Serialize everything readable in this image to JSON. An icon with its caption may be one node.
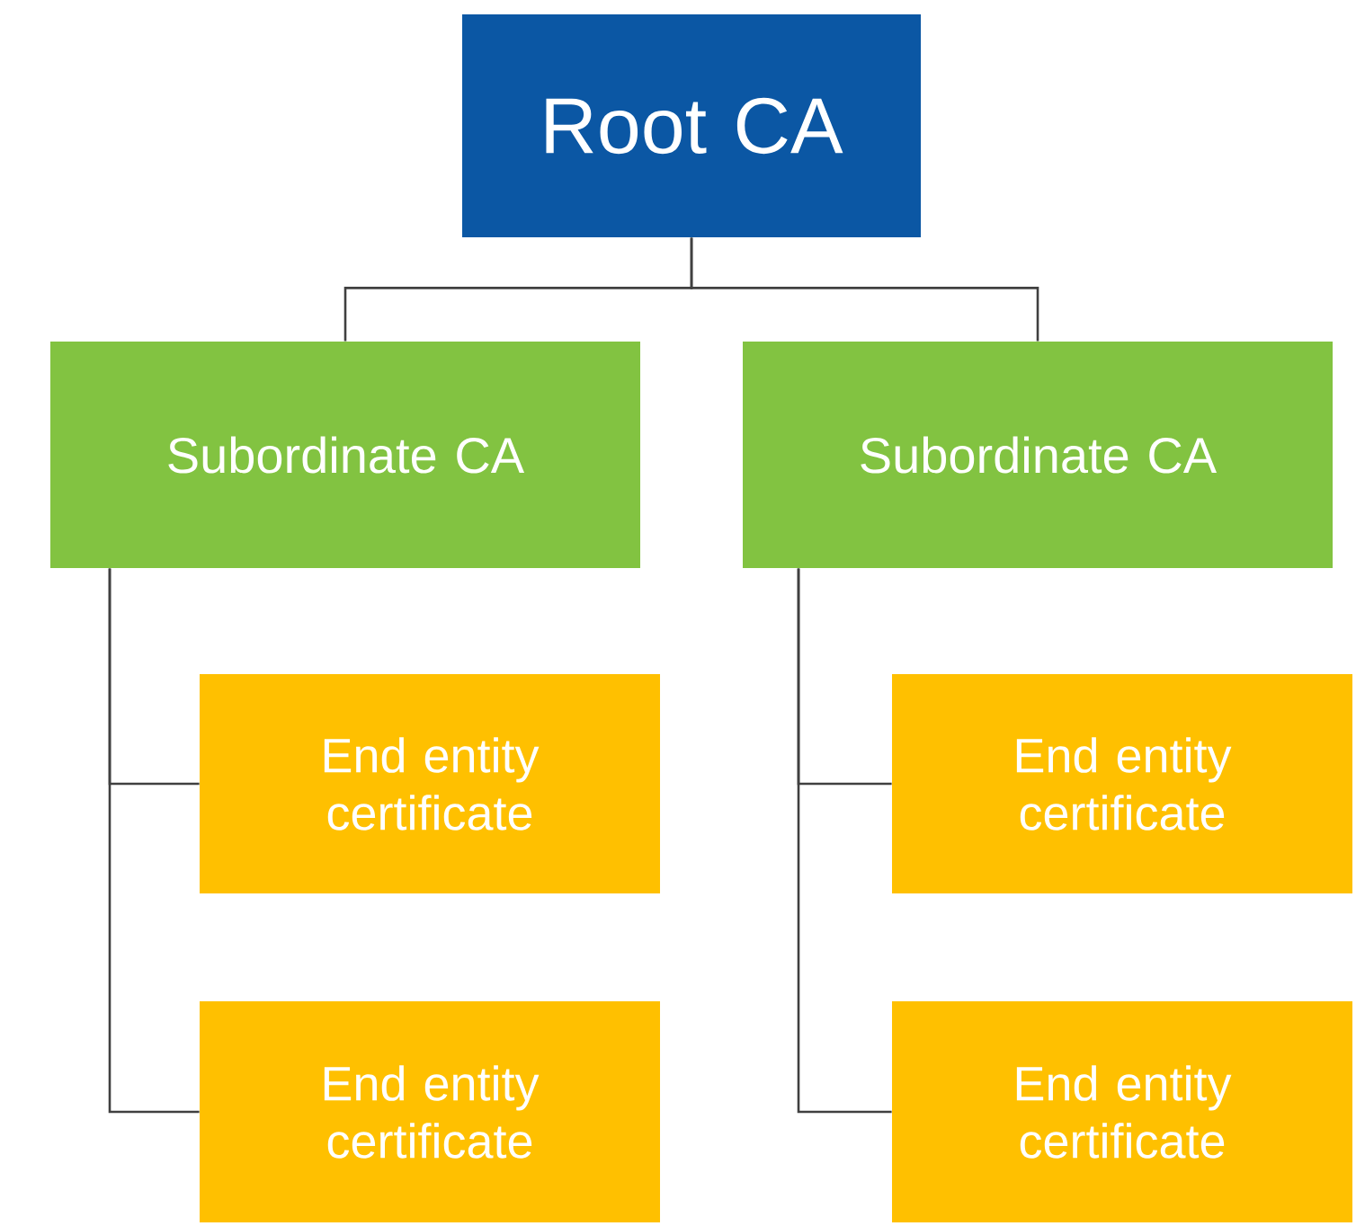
{
  "diagram": {
    "nodes": [
      {
        "text": [
          "Root CA"
        ]
      },
      {
        "text": [
          "Subordinate CA"
        ]
      },
      {
        "text": [
          "Subordinate CA"
        ]
      },
      {
        "text": [
          "End entity certificate"
        ]
      },
      {
        "text": [
          "End entity certificate"
        ]
      },
      {
        "text": [
          "End entity certificate"
        ]
      },
      {
        "text": [
          "End entity certificate"
        ]
      }
    ],
    "edges": [
      {
        "from": 0,
        "to": 1,
        "arrow": "none"
      },
      {
        "from": 0,
        "to": 2,
        "arrow": "none"
      },
      {
        "from": 1,
        "to": 3,
        "arrow": "none"
      },
      {
        "from": 1,
        "to": 4,
        "arrow": "none"
      },
      {
        "from": 2,
        "to": 5,
        "arrow": "none"
      },
      {
        "from": 2,
        "to": 6,
        "arrow": "none"
      }
    ]
  }
}
